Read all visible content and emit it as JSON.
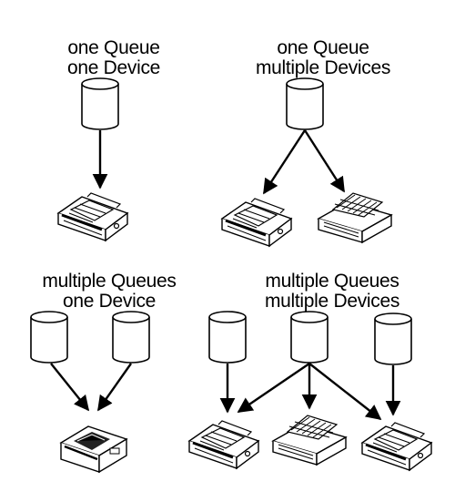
{
  "panels": {
    "p1": {
      "line1": "one Queue",
      "line2": "one Device"
    },
    "p2": {
      "line1": "one Queue",
      "line2": "multiple Devices"
    },
    "p3": {
      "line1": "multiple Queues",
      "line2": "one Device"
    },
    "p4": {
      "line1": "multiple Queues",
      "line2": "multiple Devices"
    }
  },
  "icons": {
    "queue": "queue-cylinder-icon",
    "dot_matrix": "dot-matrix-printer-icon",
    "line_printer": "line-printer-icon",
    "laser": "laser-printer-icon"
  }
}
